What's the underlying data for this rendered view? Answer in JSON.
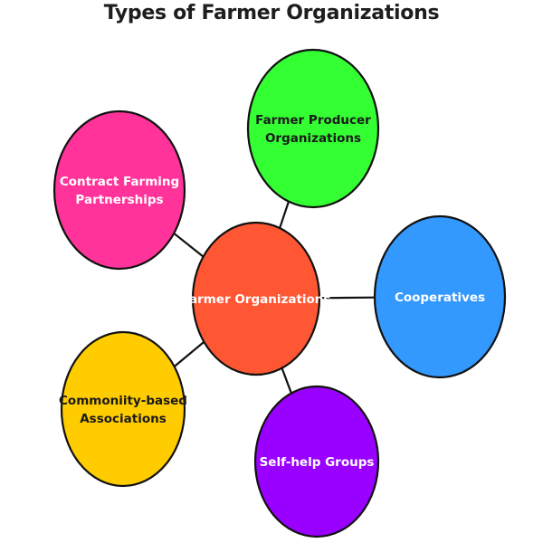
{
  "title": "Types of Farmer Organizations",
  "center": {
    "label": [
      "Farmer Organizations"
    ],
    "color": "#ff5733",
    "text_color": "#ffffff"
  },
  "nodes": [
    {
      "id": "fpo",
      "label": [
        "Farmer Producer",
        "Organizations"
      ],
      "color": "#33ff33",
      "text_color": "#1a1a1a"
    },
    {
      "id": "coop",
      "label": [
        "Cooperatives"
      ],
      "color": "#3399ff",
      "text_color": "#ffffff"
    },
    {
      "id": "shg",
      "label": [
        "Self-help Groups"
      ],
      "color": "#9900ff",
      "text_color": "#ffffff"
    },
    {
      "id": "cba",
      "label": [
        "Commoniity-based",
        "Associations"
      ],
      "color": "#ffcc00",
      "text_color": "#1a1a1a"
    },
    {
      "id": "cfp",
      "label": [
        "Contract Farming",
        "Partnerships"
      ],
      "color": "#ff3399",
      "text_color": "#ffffff"
    }
  ]
}
